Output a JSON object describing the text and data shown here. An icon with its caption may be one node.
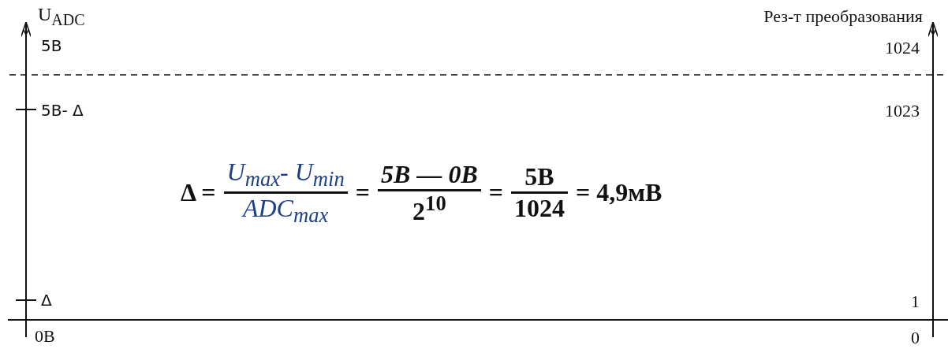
{
  "diagram": {
    "labels": [
      "U$_{ADC}$",
      "Рез-т преобразования",
      "5В",
      "1024",
      "5В- Δ",
      "1023",
      "Δ =",
      "U$_{max}$- U$_{min}$",
      "ADC$_{max}$",
      "=",
      "5В — 0В",
      "2$^{10}$",
      "=",
      "5В",
      "1024",
      "= 4,9мВ",
      "Δ",
      "1",
      "0В",
      "0"
    ]
  }
}
